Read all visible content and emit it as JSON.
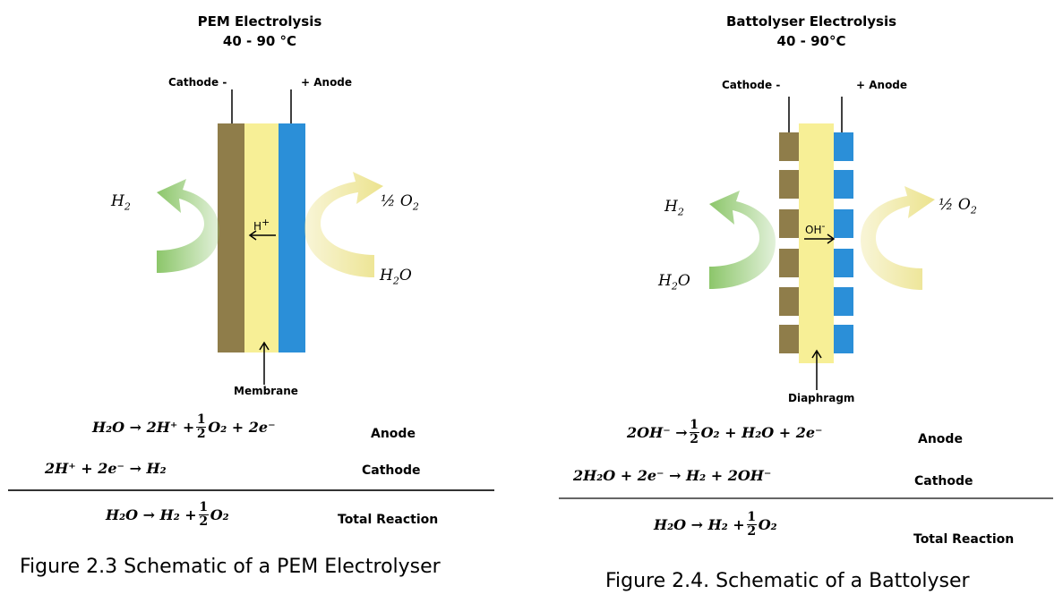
{
  "pem": {
    "title": "PEM Electrolysis",
    "temperature": "40 -  90 °C",
    "cathode_label": "Cathode -",
    "anode_label": "+ Anode",
    "h2_label": "H",
    "h2_sub": "2",
    "o2_label": "½ O",
    "o2_sub": "2",
    "h2o_label": "H",
    "h2o_sub": "2",
    "h2o_tail": "O",
    "ion_label": "H",
    "ion_sup": "+",
    "membrane_label": "Membrane",
    "anode_eq_label": "Anode",
    "cathode_eq_label": "Cathode",
    "total_label": "Total Reaction",
    "eq_anode_left": "H₂O  → 2H⁺ +",
    "eq_anode_right": "O₂ + 2e⁻",
    "eq_cathode": "2H⁺ + 2e⁻ → H₂",
    "eq_total_left": "H₂O → H₂ +",
    "eq_total_right": "O₂",
    "frac_num": "1",
    "frac_den": "2",
    "caption": "Figure 2.3 Schematic of a PEM Electrolyser"
  },
  "bat": {
    "title": "Battolyser Electrolysis",
    "temperature": "40 - 90°C",
    "cathode_label": "Cathode -",
    "anode_label": "+ Anode",
    "h2_label": "H",
    "h2_sub": "2",
    "o2_label": "½ O",
    "o2_sub": "2",
    "h2o_label": "H",
    "h2o_sub": "2",
    "h2o_tail": "O",
    "ion_label": "OH",
    "ion_sup": "-",
    "diaphragm_label": "Diaphragm",
    "anode_eq_label": "Anode",
    "cathode_eq_label": "Cathode",
    "total_label": "Total Reaction",
    "eq_anode_left": "2OH⁻ →",
    "eq_anode_right": "O₂ + H₂O + 2e⁻",
    "eq_cathode": "2H₂O + 2e⁻  → H₂ + 2OH⁻",
    "eq_total_left": "H₂O → H₂ +",
    "eq_total_right": "O₂",
    "frac_num": "1",
    "frac_den": "2",
    "caption": "Figure 2.4. Schematic of a Battolyser"
  },
  "colors": {
    "cathode": "#8f7d4a",
    "membrane": "#f7ef96",
    "anode": "#2b8fd8",
    "arrow_green": "#8cc66a",
    "arrow_yellow": "#ece38e"
  }
}
